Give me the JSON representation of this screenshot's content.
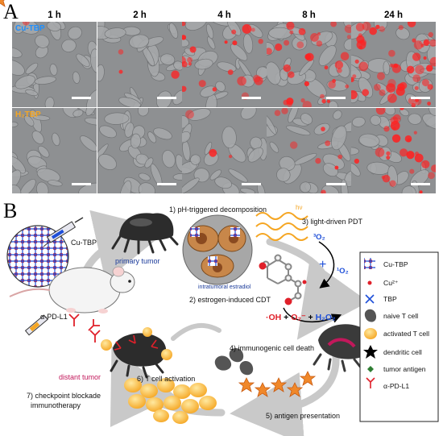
{
  "panel_a": {
    "label": "A",
    "times": [
      "1 h",
      "2 h",
      "4 h",
      "8 h",
      "24 h"
    ],
    "rows": [
      {
        "name": "Cu-TBP",
        "color": "#1e90ff",
        "red_levels": [
          0.02,
          0.05,
          0.35,
          0.55,
          0.9
        ]
      },
      {
        "name": "H₂TBP",
        "color": "#f5a623",
        "red_levels": [
          0.0,
          0.0,
          0.05,
          0.15,
          0.45
        ]
      }
    ]
  },
  "panel_b": {
    "label": "B",
    "steps": {
      "s1": "1) pH-triggered decomposition",
      "s2": "2) estrogen-induced CDT",
      "s3": "3) light-driven PDT",
      "s4": "4) immunogenic cell death",
      "s5": "5) antigen presentation",
      "s6": "6) T cell activation",
      "s7a": "7) checkpoint blockade",
      "s7b": "immunotherapy"
    },
    "labels": {
      "cu_tbp": "Cu-TBP",
      "primary_tumor": "primary tumor",
      "distant_tumor": "distant tumor",
      "estradiol": "intratumoral estradiol",
      "hv": "hν",
      "o2": "³O₂",
      "singlet_o2": "¹O₂",
      "pd_l1": "α-PD-L1",
      "ros_oh": "·OH",
      "ros_plus1": "+",
      "ros_o2": "O₂⁻",
      "ros_plus2": "+",
      "ros_h2o2": "H₂O₂"
    },
    "legend": [
      {
        "key": "cu_tbp",
        "label": "Cu-TBP"
      },
      {
        "key": "cu2",
        "label": "Cu²⁺"
      },
      {
        "key": "tbp",
        "label": "TBP"
      },
      {
        "key": "naive",
        "label": "naive T cell"
      },
      {
        "key": "activated",
        "label": "activated T cell"
      },
      {
        "key": "dendritic",
        "label": "dendritic cell"
      },
      {
        "key": "antigen",
        "label": "tumor antigen"
      },
      {
        "key": "pdl1",
        "label": "α-PD-L1"
      }
    ],
    "colors": {
      "blue": "#1e4fd8",
      "red": "#e0202a",
      "orange": "#f5a623",
      "cycle": "#c9c9c9",
      "magenta": "#c2185b"
    }
  }
}
